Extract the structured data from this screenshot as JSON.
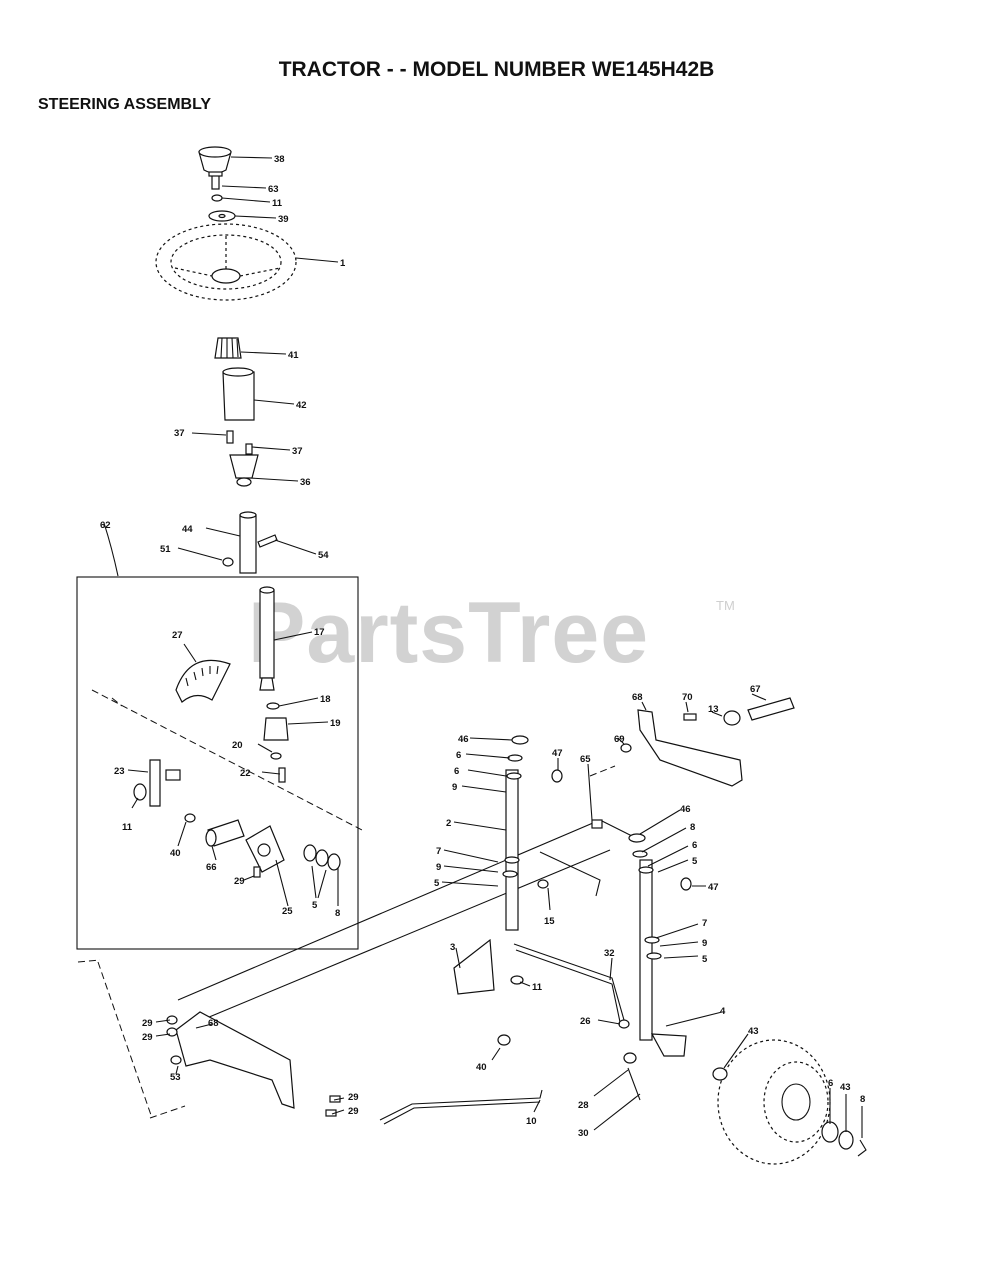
{
  "header": {
    "title": "TRACTOR - - MODEL NUMBER WE145H42B",
    "subtitle": "STEERING ASSEMBLY"
  },
  "watermark": {
    "text": "PartsTree",
    "mark": "TM"
  },
  "callouts": [
    {
      "id": "c38a",
      "text": "38"
    },
    {
      "id": "c63",
      "text": "63"
    },
    {
      "id": "c11a",
      "text": "11"
    },
    {
      "id": "c39",
      "text": "39"
    },
    {
      "id": "c1",
      "text": "1"
    },
    {
      "id": "c41",
      "text": "41"
    },
    {
      "id": "c42",
      "text": "42"
    },
    {
      "id": "c37a",
      "text": "37"
    },
    {
      "id": "c37b",
      "text": "37"
    },
    {
      "id": "c36",
      "text": "36"
    },
    {
      "id": "c62",
      "text": "62"
    },
    {
      "id": "c44",
      "text": "44"
    },
    {
      "id": "c51",
      "text": "51"
    },
    {
      "id": "c54",
      "text": "54"
    },
    {
      "id": "c17",
      "text": "17"
    },
    {
      "id": "c27",
      "text": "27"
    },
    {
      "id": "c18",
      "text": "18"
    },
    {
      "id": "c19",
      "text": "19"
    },
    {
      "id": "c20",
      "text": "20"
    },
    {
      "id": "c22",
      "text": "22"
    },
    {
      "id": "c23",
      "text": "23"
    },
    {
      "id": "c11b",
      "text": "11"
    },
    {
      "id": "c40a",
      "text": "40"
    },
    {
      "id": "c66",
      "text": "66"
    },
    {
      "id": "c29a",
      "text": "29"
    },
    {
      "id": "c25",
      "text": "25"
    },
    {
      "id": "c5a",
      "text": "5"
    },
    {
      "id": "c8a",
      "text": "8"
    },
    {
      "id": "c68a",
      "text": "68"
    },
    {
      "id": "c70",
      "text": "70"
    },
    {
      "id": "c67",
      "text": "67"
    },
    {
      "id": "c13",
      "text": "13"
    },
    {
      "id": "c69",
      "text": "69"
    },
    {
      "id": "c46a",
      "text": "46"
    },
    {
      "id": "c6a",
      "text": "6"
    },
    {
      "id": "c6b",
      "text": "6"
    },
    {
      "id": "c9a",
      "text": "9"
    },
    {
      "id": "c47a",
      "text": "47"
    },
    {
      "id": "c65",
      "text": "65"
    },
    {
      "id": "c2",
      "text": "2"
    },
    {
      "id": "c7a",
      "text": "7"
    },
    {
      "id": "c9b",
      "text": "9"
    },
    {
      "id": "c5b",
      "text": "5"
    },
    {
      "id": "c15",
      "text": "15"
    },
    {
      "id": "c46b",
      "text": "46"
    },
    {
      "id": "c8b",
      "text": "8"
    },
    {
      "id": "c6c",
      "text": "6"
    },
    {
      "id": "c5c",
      "text": "5"
    },
    {
      "id": "c47b",
      "text": "47"
    },
    {
      "id": "c7b",
      "text": "7"
    },
    {
      "id": "c9c",
      "text": "9"
    },
    {
      "id": "c5d",
      "text": "5"
    },
    {
      "id": "c3",
      "text": "3"
    },
    {
      "id": "c32",
      "text": "32"
    },
    {
      "id": "c11c",
      "text": "11"
    },
    {
      "id": "c4",
      "text": "4"
    },
    {
      "id": "c43a",
      "text": "43"
    },
    {
      "id": "c26",
      "text": "26"
    },
    {
      "id": "c68b",
      "text": "68"
    },
    {
      "id": "c29b",
      "text": "29"
    },
    {
      "id": "c29c",
      "text": "29"
    },
    {
      "id": "c53",
      "text": "53"
    },
    {
      "id": "c40b",
      "text": "40"
    },
    {
      "id": "c28",
      "text": "28"
    },
    {
      "id": "c30",
      "text": "30"
    },
    {
      "id": "c10",
      "text": "10"
    },
    {
      "id": "c29d",
      "text": "29"
    },
    {
      "id": "c29e",
      "text": "29"
    },
    {
      "id": "c6d",
      "text": "6"
    },
    {
      "id": "c43b",
      "text": "43"
    },
    {
      "id": "c8c",
      "text": "8"
    }
  ]
}
